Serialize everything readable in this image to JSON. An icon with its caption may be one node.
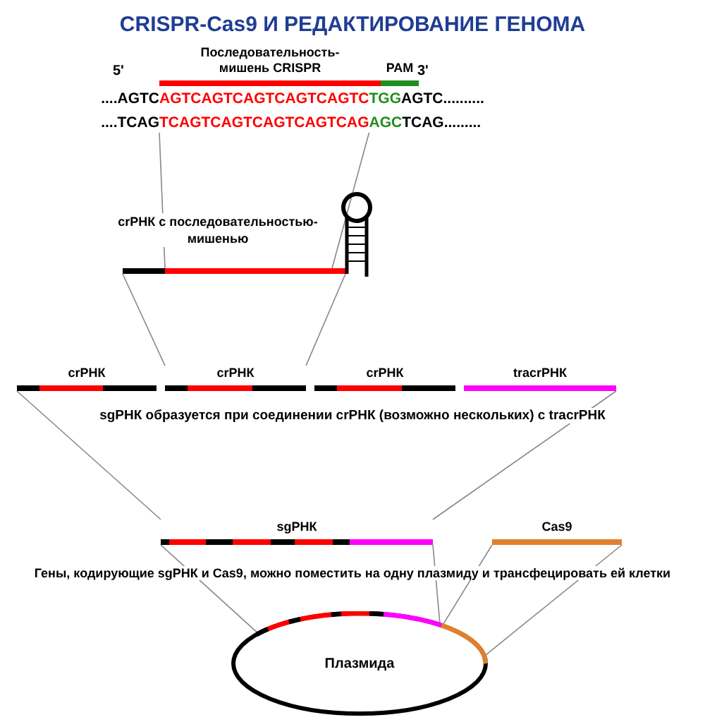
{
  "diagram": {
    "title": "CRISPR-Cas9 И РЕДАКТИРОВАНИЕ ГЕНОМА",
    "nodes": [
      {
        "text": [
          "Последовательность-мишень CRISPR"
        ]
      },
      {
        "text": [
          "PAM"
        ]
      },
      {
        "text": [
          "TCAGTCAGTCAGTCAGTCAG"
        ]
      },
      {
        "text": [],
        "shape": "bar",
        "beside": [
          "crРНК с последовательностью-мишенью"
        ]
      },
      {
        "text": [
          "crРНК"
        ]
      },
      {
        "text": [
          "crРНК"
        ]
      },
      {
        "text": [
          "crРНК"
        ]
      },
      {
        "text": [
          "tracrРНК"
        ]
      },
      {
        "text": [
          "sgРНК"
        ]
      },
      {
        "text": [
          "Cas9"
        ]
      },
      {
        "text": [
          "Плазмида"
        ]
      }
    ],
    "edges": [
      {
        "from": 2,
        "to": 3,
        "arrow": "none"
      },
      {
        "from": 2,
        "to": 3,
        "arrow": "none"
      },
      {
        "from": 3,
        "to": 5,
        "arrow": "none"
      },
      {
        "from": 3,
        "to": 5,
        "arrow": "none"
      },
      {
        "from": 4,
        "to": 8,
        "arrow": "none"
      },
      {
        "from": 7,
        "to": 8,
        "arrow": "none"
      },
      {
        "from": 8,
        "to": 10,
        "arrow": "none"
      },
      {
        "from": 8,
        "to": 10,
        "arrow": "none"
      },
      {
        "from": 9,
        "to": 10,
        "arrow": "none"
      },
      {
        "from": 9,
        "to": 10,
        "arrow": "none"
      }
    ],
    "labels": [
      "5'",
      "3'",
      "....AGTC",
      "AGTCAGTCAGTCAGTCAGTC",
      "TGG",
      "AGTC..........",
      "....TCAG",
      "AGC",
      "TCAG.........",
      "sgРНК образуется при соединении crРНК (возможно нескольких) с tracrРНК",
      "Гены, кодирующие sgРНК и Cas9, можно поместить на одну плазмиду и трансфецировать ей клетки"
    ]
  }
}
